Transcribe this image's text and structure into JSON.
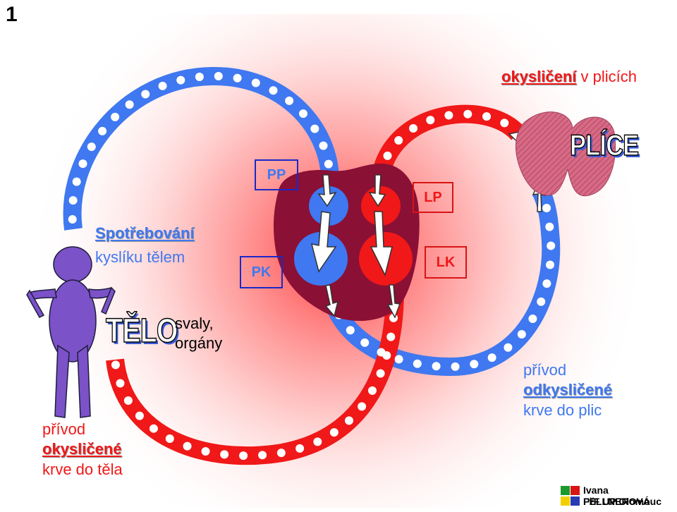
{
  "slide_number": "1",
  "labels": {
    "oxygenation_bold": "okysličení",
    "oxygenation_rest": " v plicích",
    "lungs": "PLÍCE",
    "consumption_bold": "Spotřebování",
    "consumption_rest": "kyslíku tělem",
    "body": "TĚLO",
    "muscles_line1": "svaly,",
    "muscles_line2": "orgány",
    "pp": "PP",
    "lp": "LP",
    "pk": "PK",
    "lk": "LK",
    "supply_left_1": "přívod",
    "supply_left_bold": "okysličené",
    "supply_left_3": "krve do těla",
    "supply_right_1": "přívod",
    "supply_right_bold": "odkysličené",
    "supply_right_3": "krve do plic"
  },
  "credit": {
    "author": "Ivana FELLNEROVÁ",
    "institution": "PřF UP Olomouc"
  },
  "colors": {
    "oxygenated": "#f01818",
    "deoxygenated": "#3f78f0",
    "heart": "#8a1035",
    "lungs": "#d0607c",
    "figure": "#7b52c8"
  }
}
